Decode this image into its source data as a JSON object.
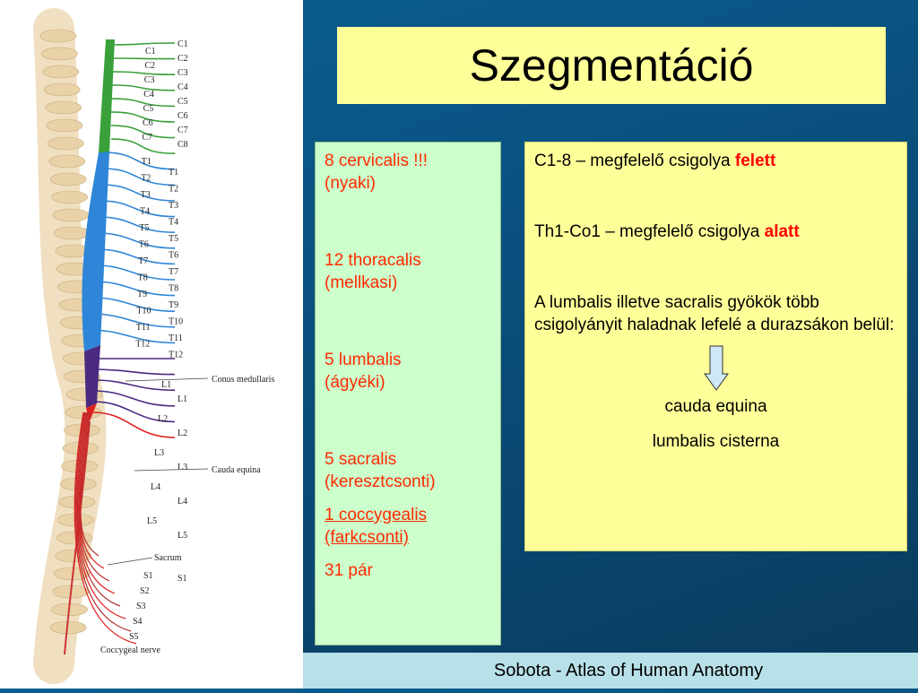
{
  "title": "Szegmentáció",
  "left_box": {
    "cervicalis": "8 cervicalis !!!",
    "cervicalis_hu": "(nyaki)",
    "thoracalis": "12 thoracalis",
    "thoracalis_hu": "(mellkasi)",
    "lumbalis": "5 lumbalis",
    "lumbalis_hu": "(ágyéki)",
    "sacralis": "5 sacralis",
    "sacralis_hu": "(keresztcsonti)",
    "coccygealis": "1 coccygealis",
    "coccygealis_hu": "(farkcsonti)",
    "total": "31 pár"
  },
  "right_box": {
    "line1_text": "C1-8 – megfelelő csigolya ",
    "line1_emph": "felett",
    "line2_text": "Th1-Co1 – megfelelő csigolya ",
    "line2_emph": "alatt",
    "paragraph": "A lumbalis illetve sacralis gyökök több csigolyányit haladnak lefelé a durazsákon belül:",
    "cauda": "cauda equina",
    "cisterna": "lumbalis cisterna"
  },
  "footer": "Sobota - Atlas of Human Anatomy",
  "illustration": {
    "inner_labels": [
      "C1",
      "C2",
      "C3",
      "C4",
      "C5",
      "C6",
      "C7",
      "T1",
      "T2",
      "T3",
      "T4",
      "T5",
      "T6",
      "T7",
      "T8",
      "T9",
      "T10",
      "T11",
      "T12",
      "L1",
      "L2",
      "L3",
      "L4",
      "L5",
      "S1",
      "S2",
      "S3",
      "S4",
      "S5"
    ],
    "outer_labels": [
      "C1",
      "C2",
      "C3",
      "C4",
      "C5",
      "C6",
      "C7",
      "C8",
      "T1",
      "T2",
      "T3",
      "T4",
      "T5",
      "T6",
      "T7",
      "T8",
      "T9",
      "T10",
      "T11",
      "T12",
      "L1",
      "L2",
      "L3",
      "L4",
      "L5",
      "S1"
    ],
    "conus": "Conus medullaris",
    "cauda": "Cauda equina",
    "sacrum": "Sacrum",
    "coccygeal": "Coccygeal nerve"
  },
  "colors": {
    "cervical": "#3aa03a",
    "thoracic": "#2f86d8",
    "lumbar": "#4a2a80",
    "sacral": "#e02020"
  }
}
